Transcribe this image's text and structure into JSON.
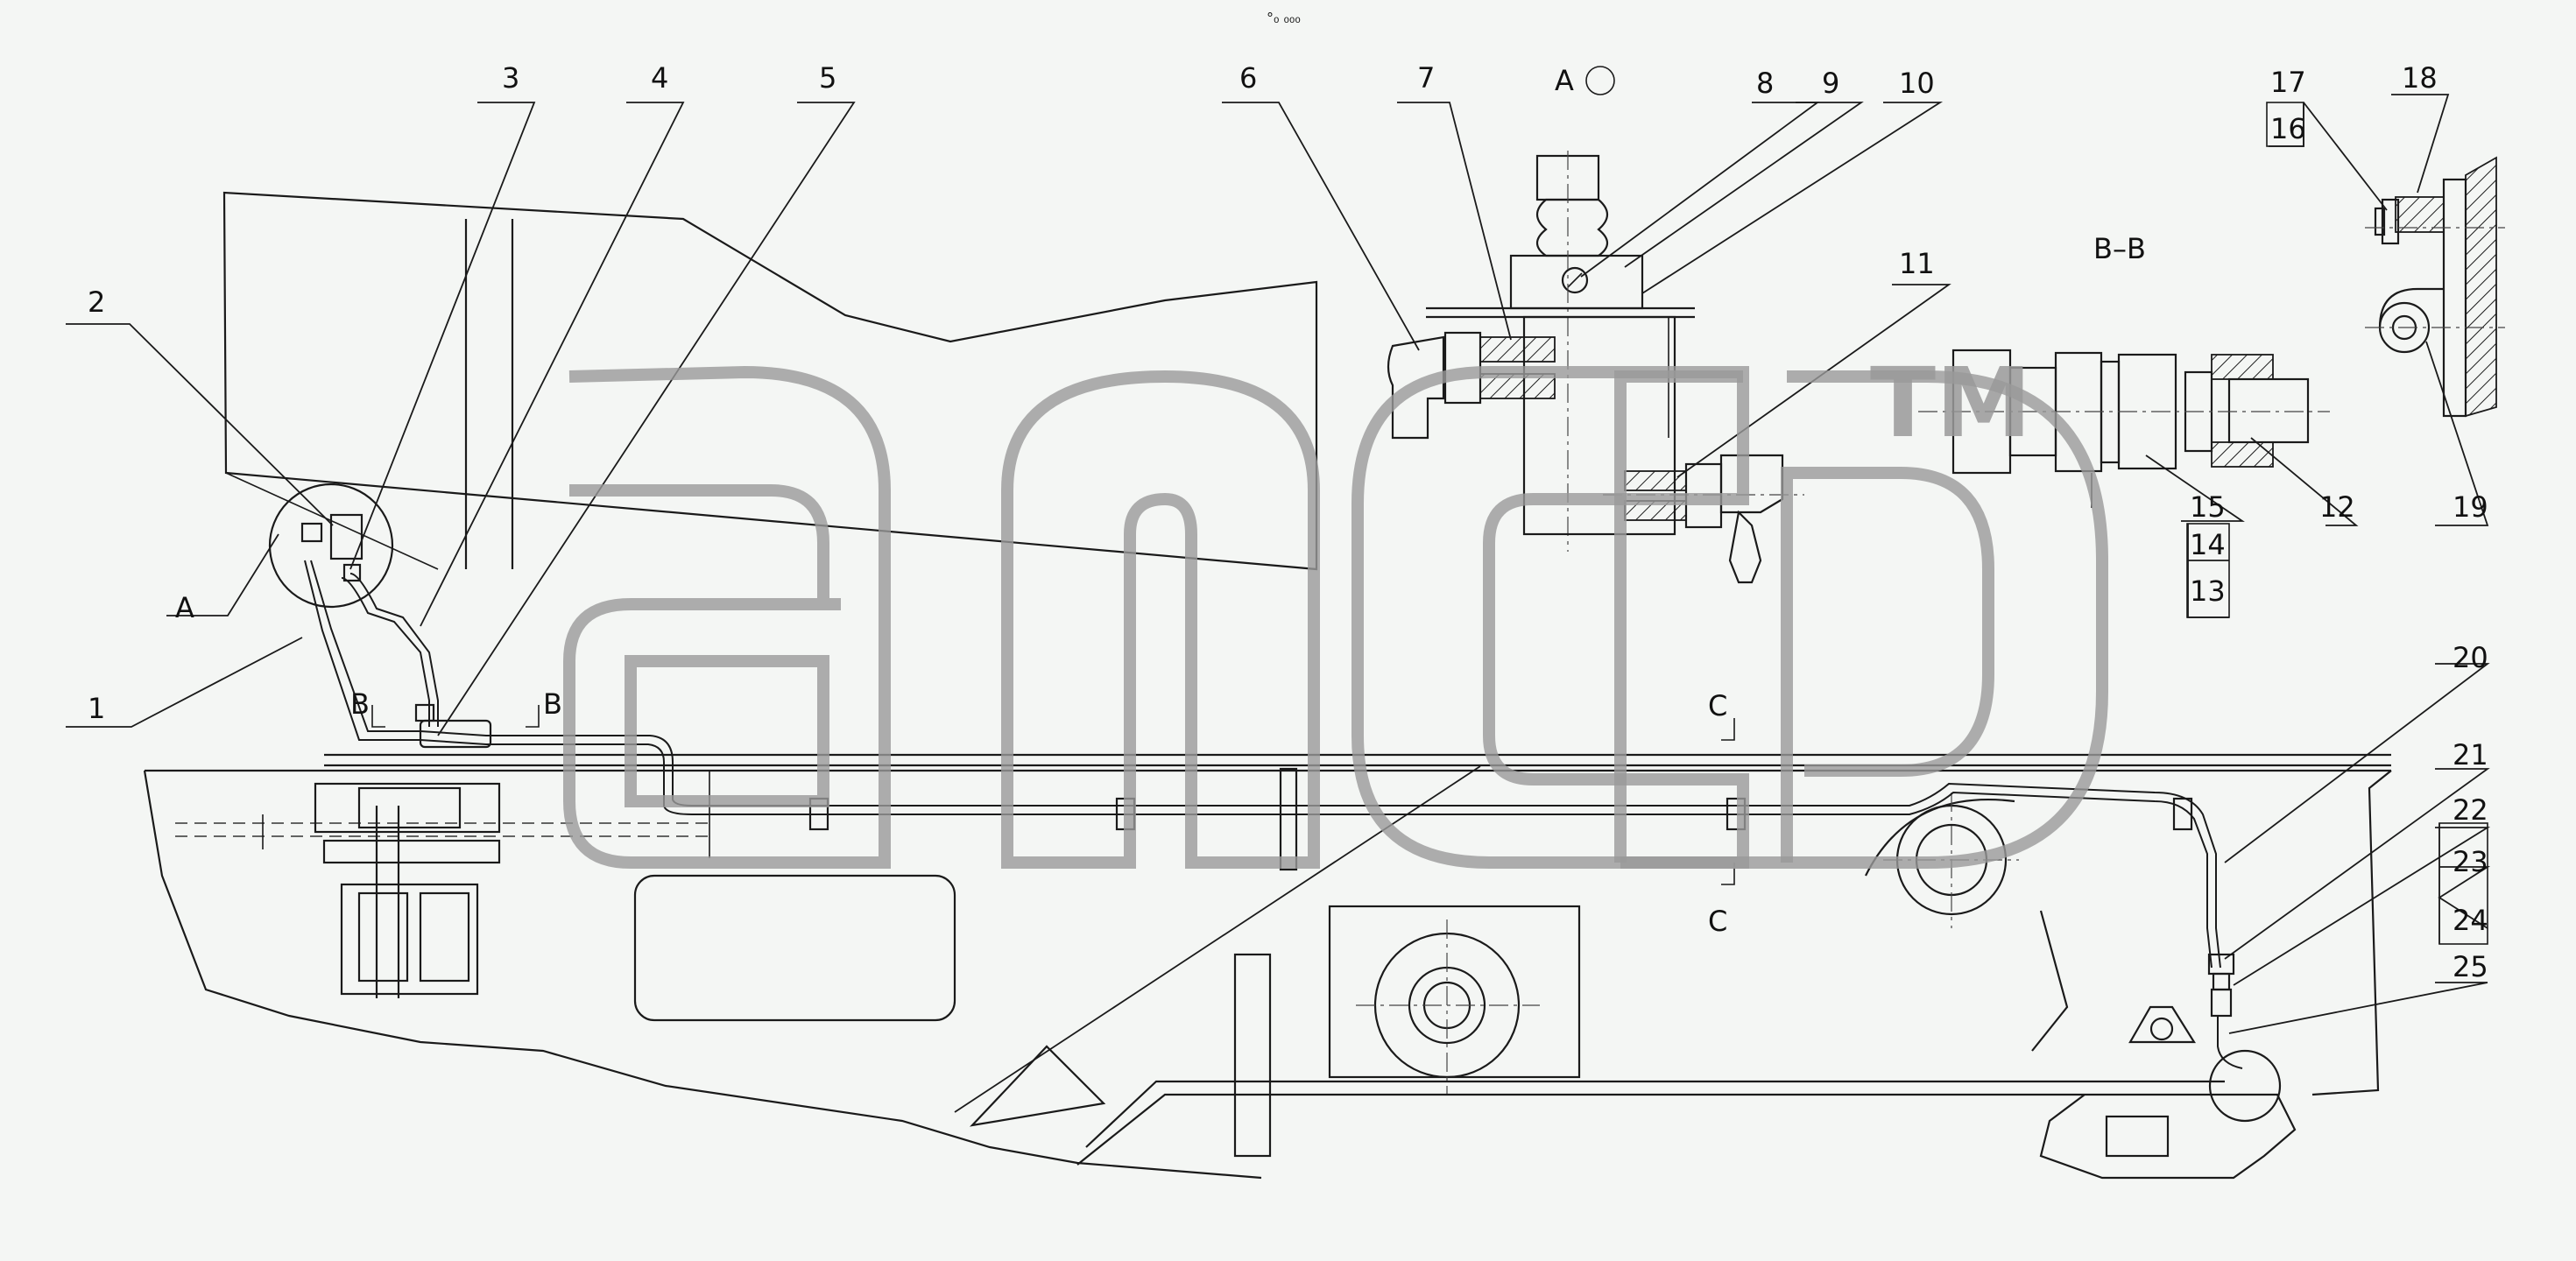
{
  "watermark": {
    "text": "TM",
    "color": "#9a9a9a"
  },
  "header_mark": "°₀ ₀₀₀",
  "views": {
    "detail_a": "A",
    "section_bb": "B–B",
    "cut_b_left": "B",
    "cut_b_right": "B",
    "cut_c_top": "C",
    "cut_c_bottom": "C",
    "detail_a_marker": "A"
  },
  "callouts": {
    "c1": "1",
    "c2": "2",
    "c3": "3",
    "c4": "4",
    "c5": "5",
    "c6": "6",
    "c7": "7",
    "c8": "8",
    "c9": "9",
    "c10": "10",
    "c11": "11",
    "c12": "12",
    "c13": "13",
    "c14": "14",
    "c15": "15",
    "c16": "16",
    "c17": "17",
    "c18": "18",
    "c19": "19",
    "c20": "20",
    "c21": "21",
    "c22": "22",
    "c23": "23",
    "c24": "24",
    "c25": "25"
  }
}
